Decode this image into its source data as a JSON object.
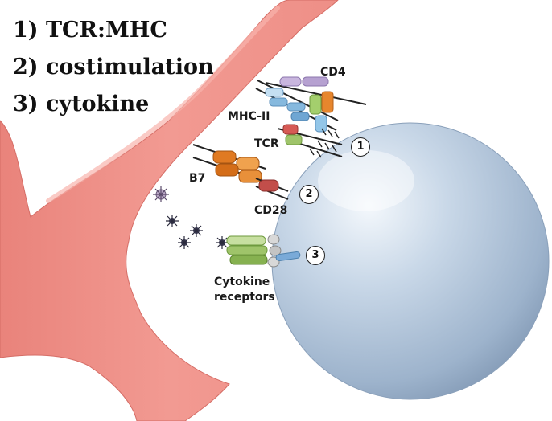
{
  "legend": {
    "item1": "1) TCR:MHC",
    "item2": "2) costimulation",
    "item3": "3) cytokine"
  },
  "labels": {
    "cd4": "CD4",
    "mhc2": "MHC-II",
    "tcr": "TCR",
    "b7": "B7",
    "cd28": "CD28",
    "cytokine_receptors_line1": "Cytokine",
    "cytokine_receptors_line2": "receptors"
  },
  "markers": {
    "m1": "1",
    "m2": "2",
    "m3": "3"
  },
  "colors": {
    "apc": "#f08e86",
    "apc_edge": "#e67b73",
    "t_cell": "#a9bfd6",
    "b7": "#e07a22",
    "cd28": "#c24e4a",
    "cd4": "#b6a1d1",
    "mhc": "#86b9de",
    "cytokine_receptor": "#9fc46a",
    "receptor_tail": "#7aaad8"
  }
}
